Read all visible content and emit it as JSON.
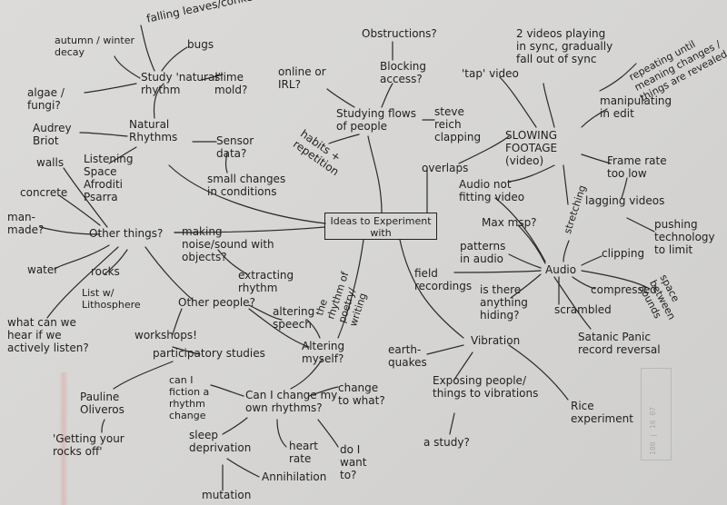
{
  "center_label": "Ideas to Experiment with",
  "stamp_text": "100 | 16 07",
  "nodes": {
    "falling_leaves": "falling leaves/conkers?",
    "autumn_decay": "autumn / winter decay",
    "bugs": "bugs",
    "study_rhythm": "Study 'natural' rhythm",
    "slime_mold": "slime mold?",
    "algae": "algae / fungi?",
    "natural_rhythms": "Natural Rhythms",
    "audrey_briot": "Audrey Briot",
    "sensor_data": "Sensor data?",
    "small_changes": "small changes in conditions",
    "walls": "walls",
    "listening_space": "Listening Space Afroditi Psarra",
    "concrete": "concrete",
    "man_made": "man-made?",
    "other_things": "Other things?",
    "making_noise": "making noise/sound with objects?",
    "water": "water",
    "rocks": "rocks",
    "list_lithosphere": "List w/ Lithosphere",
    "extracting_rhythm": "extracting rhythm",
    "rhythm_poetry": "the rhythm of poetry/ writing",
    "what_can_we_hear": "what can we hear if we actively listen?",
    "other_people": "Other people?",
    "altering_speech": "altering speech",
    "workshops": "workshops!",
    "participatory": "participatory studies",
    "altering_myself": "Altering myself?",
    "earthquakes": "earth-quakes",
    "can_i_fiction": "can I fiction a rhythm change",
    "can_i_change": "Can I change my own rhythms?",
    "change_to_what": "change to what?",
    "pauline": "Pauline Oliveros",
    "getting_rocks": "'Getting your rocks off'",
    "sleep_deprivation": "sleep deprivation",
    "heart_rate": "heart rate",
    "do_i_want": "do I want to?",
    "annihilation": "Annihilation",
    "mutation": "mutation",
    "obstructions": "Obstructions?",
    "blocking_access": "Blocking access?",
    "online_irl": "online or IRL?",
    "studying_flows": "Studying flows of people",
    "steve_reich": "steve reich clapping",
    "habits": "habits + repetition",
    "two_videos": "2 videos playing in sync, gradually fall out of sync",
    "tap_video": "'tap' video",
    "repeating": "repeating until meaning changes / things are revealed",
    "manipulating": "manipulating in edit",
    "slowing_footage": "SLOWING FOOTAGE (video)",
    "overlaps": "overlaps",
    "audio_not_fitting": "Audio not fitting video",
    "frame_rate": "Frame rate too low",
    "lagging": "lagging videos",
    "stretching": "stretching",
    "max_msp": "Max msp?",
    "pushing_tech": "pushing technology to limit",
    "patterns_audio": "patterns in audio",
    "field_recordings": "field recordings",
    "audio": "Audio",
    "clipping": "clipping",
    "anything_hiding": "is there anything hiding?",
    "compressed": "compressed",
    "space_between": "space between sounds",
    "scrambled": "scrambled",
    "vibration": "Vibration",
    "satanic_panic": "Satanic Panic record reversal",
    "exposing_people": "Exposing people/ things to vibrations",
    "rice_experiment": "Rice experiment",
    "a_study": "a study?"
  }
}
